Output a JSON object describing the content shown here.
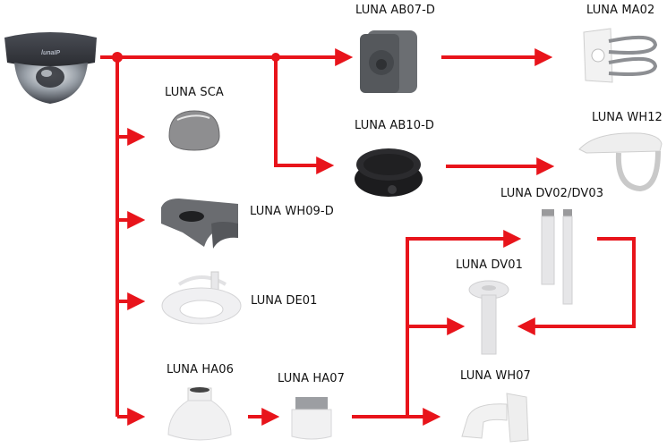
{
  "diagram": {
    "title": "",
    "connector_color": "#e8141b",
    "root": {
      "id": "camera",
      "label": "",
      "brand_text": "lunaIP"
    },
    "products": [
      {
        "id": "ab07d",
        "label": "LUNA AB07-D"
      },
      {
        "id": "ma02",
        "label": "LUNA MA02"
      },
      {
        "id": "sca",
        "label": "LUNA SCA"
      },
      {
        "id": "ab10d",
        "label": "LUNA AB10-D"
      },
      {
        "id": "wh12",
        "label": "LUNA WH12"
      },
      {
        "id": "wh09d",
        "label": "LUNA WH09-D"
      },
      {
        "id": "dv0203",
        "label": "LUNA DV02/DV03"
      },
      {
        "id": "dv01",
        "label": "LUNA DV01"
      },
      {
        "id": "de01",
        "label": "LUNA DE01"
      },
      {
        "id": "ha06",
        "label": "LUNA HA06"
      },
      {
        "id": "ha07",
        "label": "LUNA HA07"
      },
      {
        "id": "wh07",
        "label": "LUNA WH07"
      }
    ],
    "connections": [
      {
        "from": "camera",
        "to": "ab07d"
      },
      {
        "from": "camera",
        "to": "ab10d"
      },
      {
        "from": "ab07d",
        "to": "ma02"
      },
      {
        "from": "ab10d",
        "to": "wh12"
      },
      {
        "from": "camera",
        "to": "sca"
      },
      {
        "from": "camera",
        "to": "wh09d"
      },
      {
        "from": "camera",
        "to": "de01"
      },
      {
        "from": "camera",
        "to": "ha06"
      },
      {
        "from": "ha06",
        "to": "ha07"
      },
      {
        "from": "ha07",
        "to": "dv0203"
      },
      {
        "from": "ha07",
        "to": "dv01"
      },
      {
        "from": "ha07",
        "to": "wh07"
      },
      {
        "from": "dv0203",
        "to": "dv01"
      }
    ]
  }
}
